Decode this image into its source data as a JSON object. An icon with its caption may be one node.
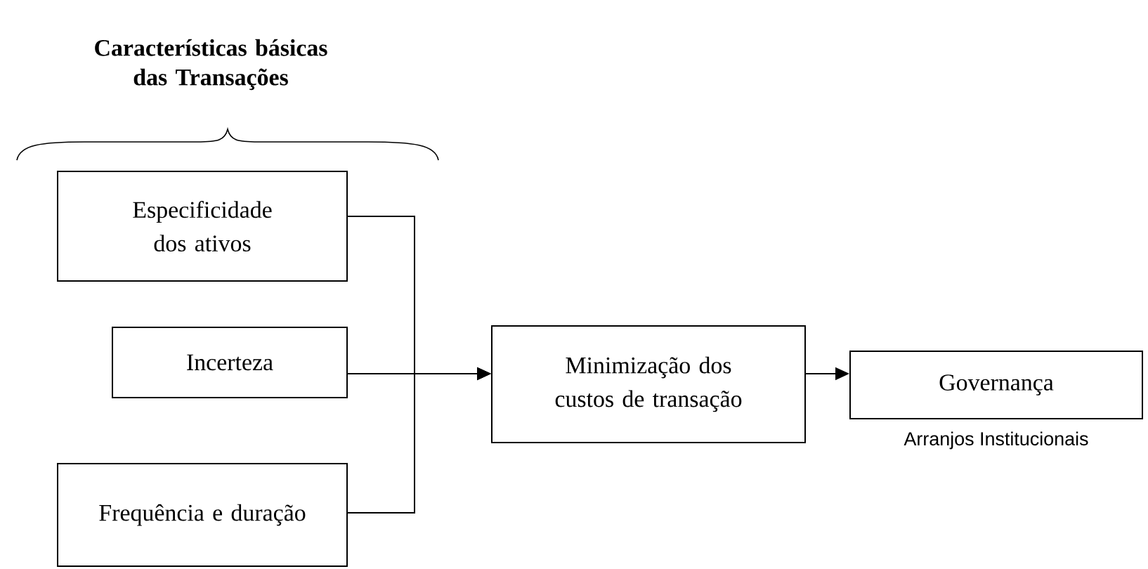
{
  "diagram": {
    "title": "Características básicas das Transações",
    "nodes": [
      {
        "text": [
          "Especificidade dos ativos"
        ]
      },
      {
        "text": [
          "Incerteza"
        ]
      },
      {
        "text": [
          "Frequência e duração"
        ]
      },
      {
        "text": [
          "Minimização dos custos de transação"
        ]
      },
      {
        "text": [
          "Governança"
        ],
        "beside": [
          "Arranjos Institucionais"
        ]
      }
    ],
    "edges": [
      {
        "from": 0,
        "to": 3,
        "arrow": "to"
      },
      {
        "from": 1,
        "to": 3,
        "arrow": "to"
      },
      {
        "from": 2,
        "to": 3,
        "arrow": "to"
      },
      {
        "from": 3,
        "to": 4,
        "arrow": "to"
      }
    ]
  }
}
